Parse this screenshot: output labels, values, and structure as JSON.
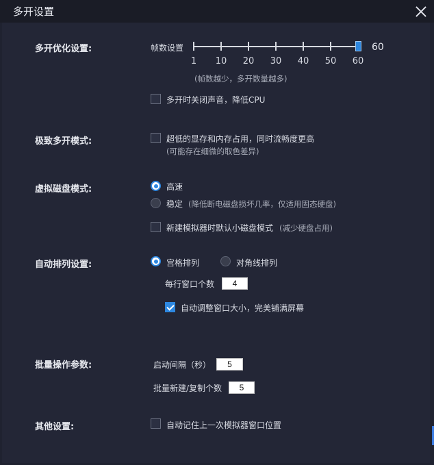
{
  "window": {
    "title": "多开设置"
  },
  "sections": {
    "multi_open": {
      "label": "多开优化设置:",
      "fps_label": "帧数设置",
      "fps_value": "60",
      "fps_ticks": [
        "1",
        "10",
        "20",
        "30",
        "40",
        "50",
        "60"
      ],
      "fps_hint": "(帧数越少，多开数量越多)",
      "mute_label": "多开时关闭声音，降低CPU",
      "mute_checked": false
    },
    "extreme": {
      "label": "极致多开模式:",
      "option_label": "超低的显存和内存占用，同时流畅度更高",
      "option_sub": "(可能存在细微的取色差异)",
      "checked": false
    },
    "virtual_disk": {
      "label": "虚拟磁盘模式:",
      "fast_label": "高速",
      "stable_label": "稳定",
      "stable_hint": "(降低断电磁盘损坏几率，仅适用固态硬盘)",
      "selected": "fast",
      "small_disk_label": "新建模拟器时默认小磁盘模式",
      "small_disk_hint": "(减少硬盘占用)",
      "small_disk_checked": false
    },
    "auto_arrange": {
      "label": "自动排列设置:",
      "grid_label": "宫格排列",
      "diagonal_label": "对角线排列",
      "selected": "grid",
      "per_row_label": "每行窗口个数",
      "per_row_value": "4",
      "auto_resize_label": "自动调整窗口大小，完美铺满屏幕",
      "auto_resize_checked": true
    },
    "batch": {
      "label": "批量操作参数:",
      "interval_label": "启动间隔（秒）",
      "interval_value": "5",
      "count_label": "批量新建/复制个数",
      "count_value": "5"
    },
    "other": {
      "label": "其他设置:",
      "remember_label": "自动记住上一次模拟器窗口位置",
      "remember_checked": false
    }
  },
  "colors": {
    "accent": "#2d87e0",
    "background": "#232636",
    "titlebar": "#1a1c26"
  }
}
